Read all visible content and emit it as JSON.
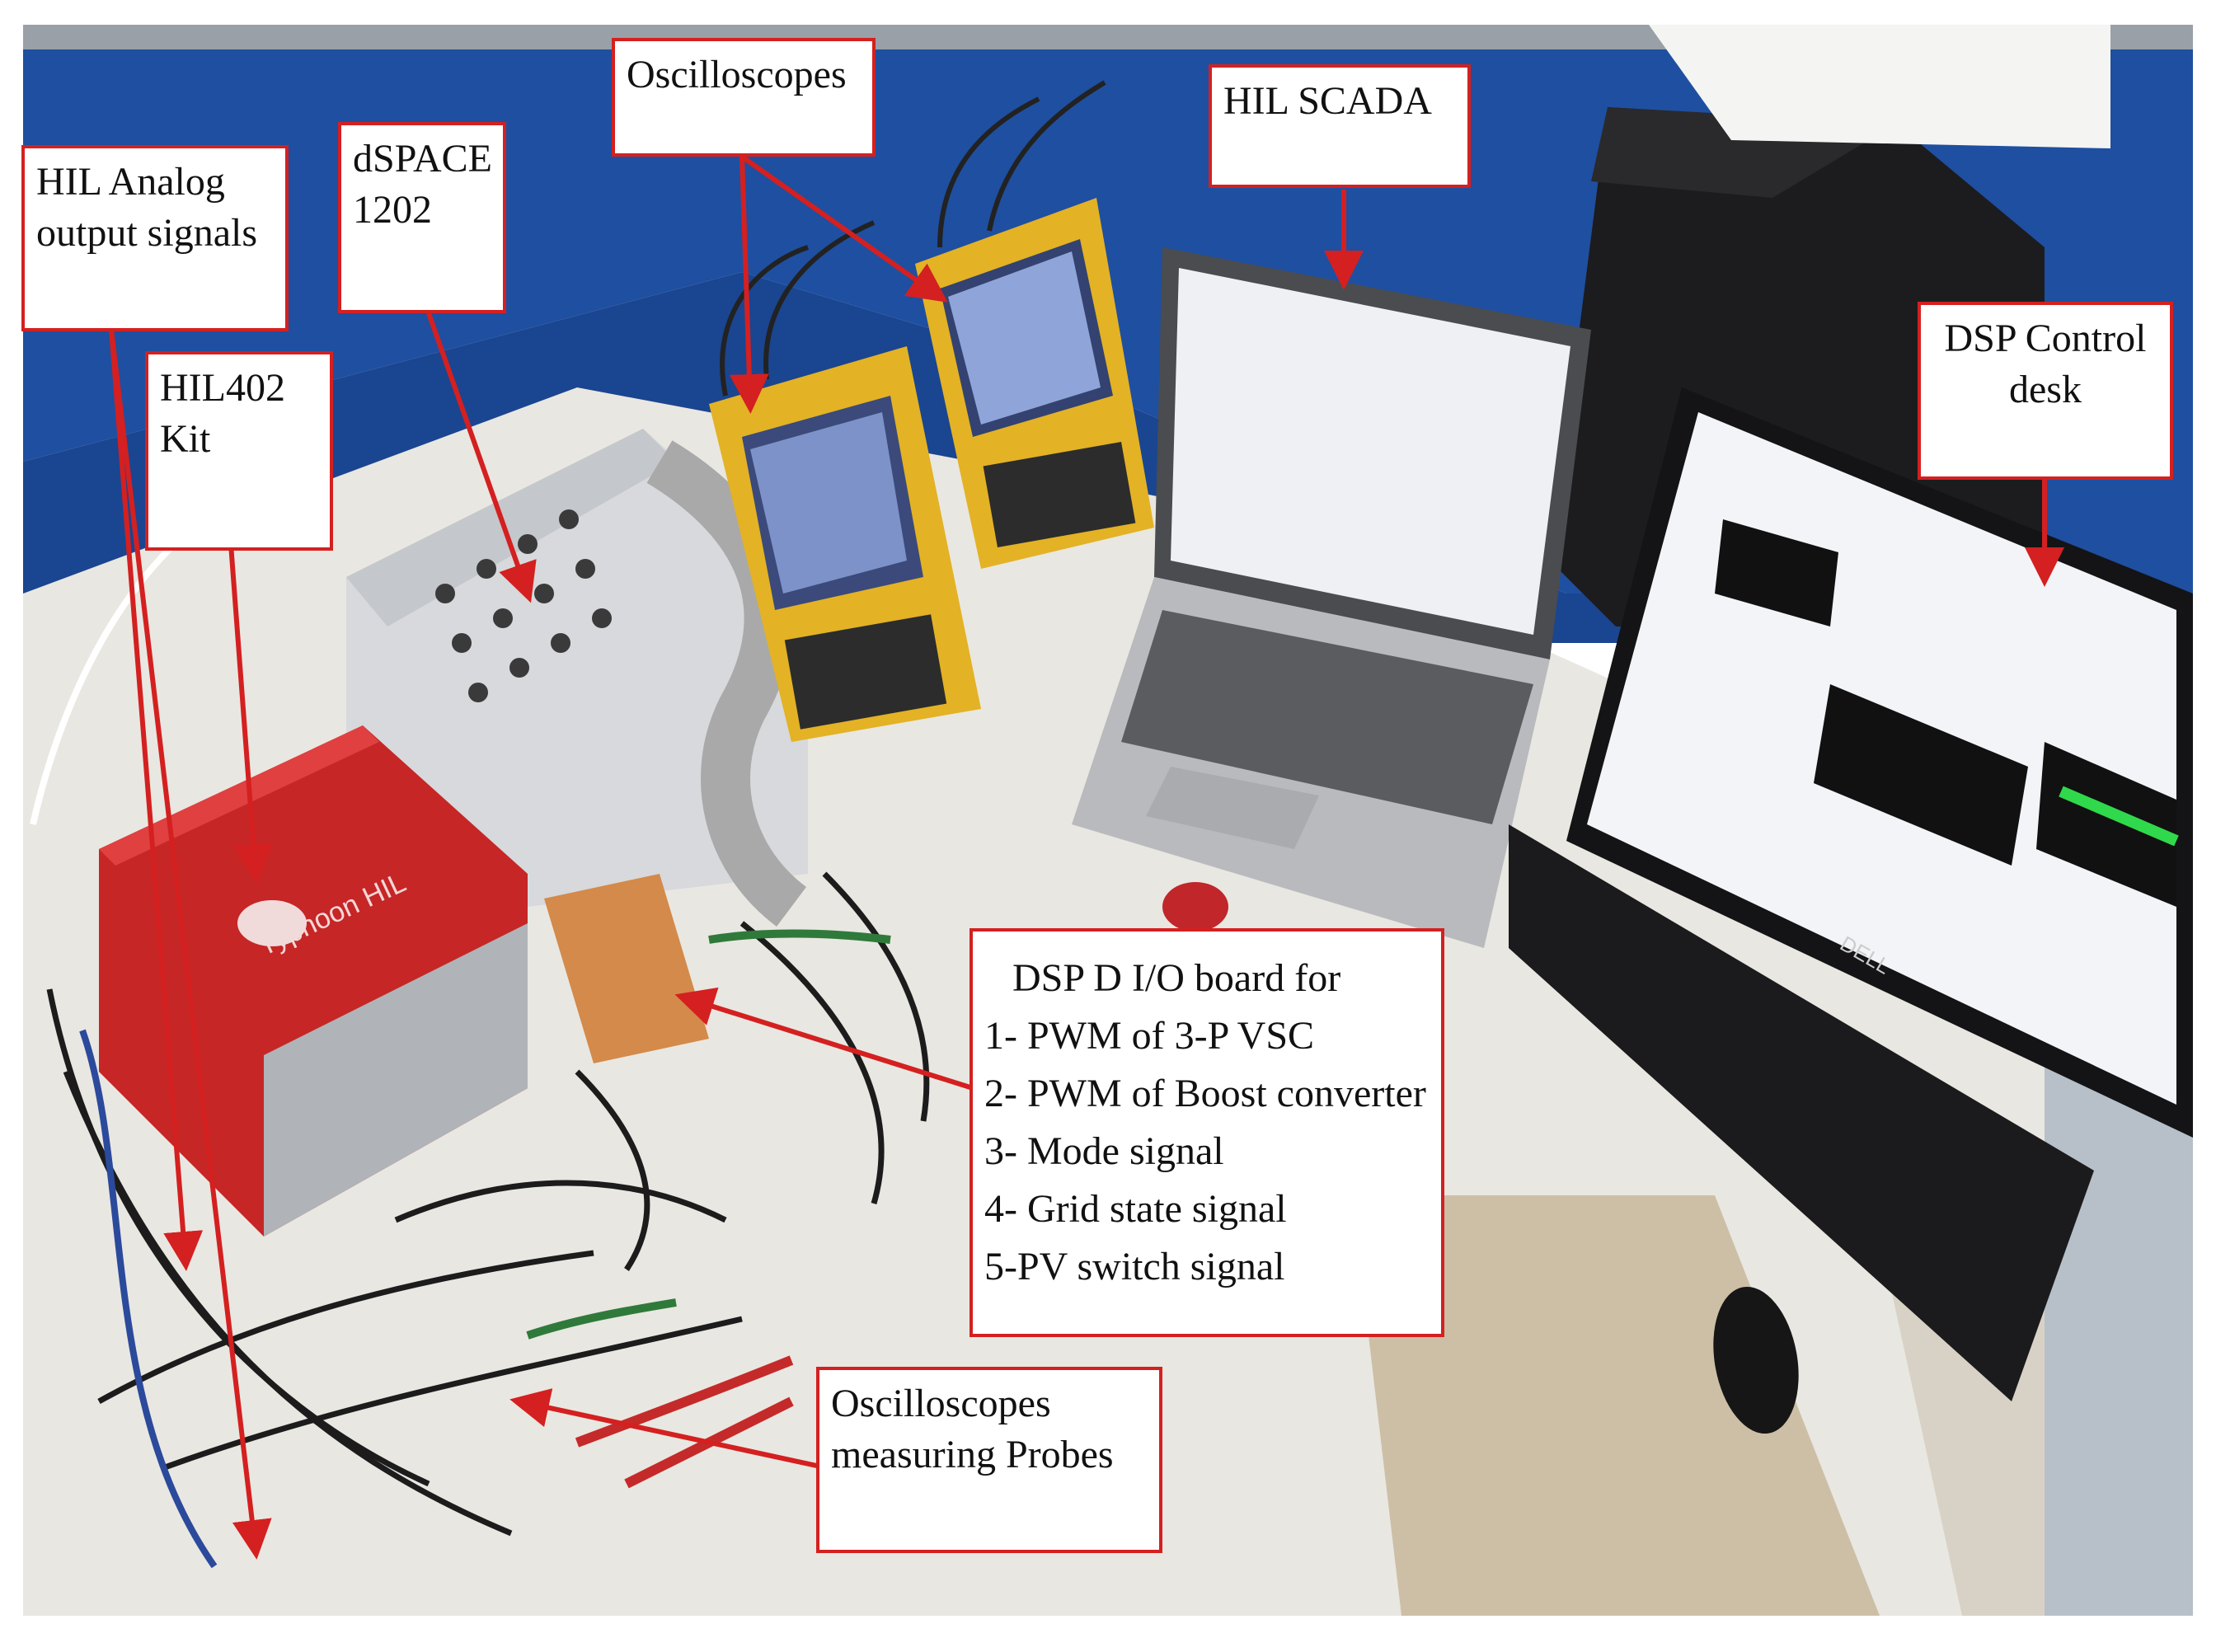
{
  "labels": {
    "hil_analog": [
      "HIL Analog",
      "output signals"
    ],
    "dspace": [
      "dSPACE",
      "1202"
    ],
    "oscilloscopes": [
      "Oscilloscopes"
    ],
    "hil_scada": [
      "HIL SCADA"
    ],
    "dsp_control": [
      "DSP Control",
      "desk"
    ],
    "hil402": [
      "HIL402",
      "Kit"
    ],
    "dsp_board": [
      "DSP D I/O board for",
      "1- PWM of 3-P VSC",
      "2- PWM of Boost converter",
      "3- Mode signal",
      "4- Grid state signal",
      "5-PV switch signal"
    ],
    "probes": [
      "Oscilloscopes",
      "measuring Probes"
    ]
  },
  "device_text": {
    "hil_box_brand": "Typhoon HIL",
    "keyboard_brand": "DELL"
  },
  "colors": {
    "annotation_red": "#d42020",
    "partition_blue": "#1f4fa0",
    "desk_white": "#e9e7e1",
    "floor_beige": "#cdbfa6",
    "hil_red": "#c62626",
    "scope_yellow": "#e3b225"
  }
}
